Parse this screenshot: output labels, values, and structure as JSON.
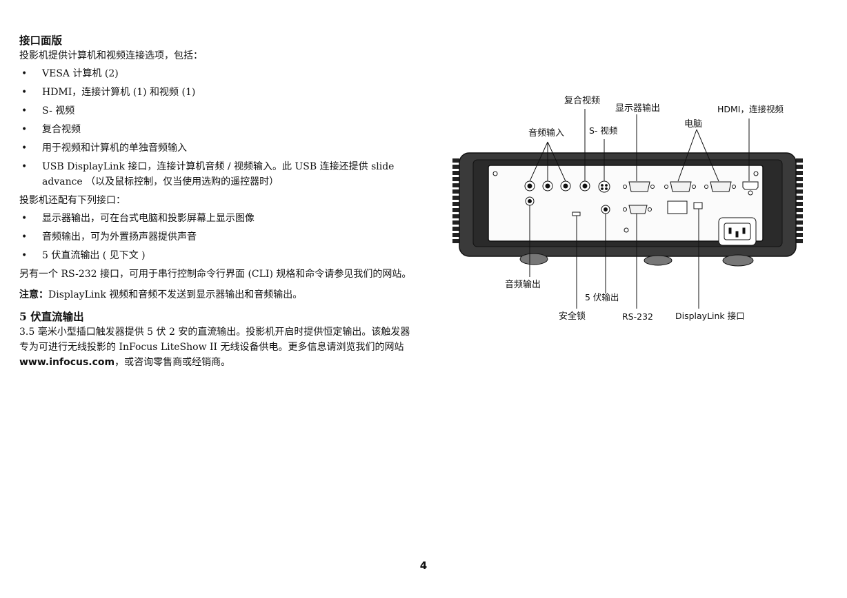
{
  "section1": {
    "title": "接口面版",
    "intro": "投影机提供计算机和视频连接选项，包括：",
    "bullets": [
      "VESA 计算机 (2)",
      "HDMI，连接计算机 (1) 和视频 (1)",
      "S- 视频",
      "复合视频",
      "用于视频和计算机的单独音频输入",
      "USB DisplayLink 接口，连接计算机音频 / 视频输入。此 USB 连接还提供 slide advance （以及鼠标控制，仅当使用选购的遥控器时）"
    ],
    "intro2": "投影机还配有下列接口：",
    "bullets2": [
      "显示器输出，可在台式电脑和投影屏幕上显示图像",
      "音频输出，可为外置扬声器提供声音",
      "5 伏直流输出 ( 见下文 )"
    ],
    "para": "另有一个 RS-232 接口，可用于串行控制命令行界面 (CLI) 规格和命令请参见我们的网站。",
    "note_label": "注意：",
    "note_text": "DisplayLink 视频和音频不发送到显示器输出和音频输出。"
  },
  "section2": {
    "title": "5 伏直流输出",
    "para_before": "3.5 毫米小型插口触发器提供 5 伏 2 安的直流输出。投影机开启时提供恒定输出。该触发器专为可进行无线投影的 InFocus LiteShow II 无线设备供电。更多信息请浏览我们的网站 ",
    "url": "www.infocus.com",
    "para_after": "，或咨询零售商或经销商。"
  },
  "diagram": {
    "labels": {
      "composite_video": "复合视频",
      "monitor_out": "显示器输出",
      "hdmi": "HDMI，连接视频",
      "computer": "电脑",
      "audio_in": "音频输入",
      "s_video": "S- 视频",
      "audio_out": "音频输出",
      "dc_out": "5 伏输出",
      "security_lock": "安全锁",
      "rs232": "RS-232",
      "displaylink": "DisplayLink 接口"
    }
  },
  "page_number": "4"
}
